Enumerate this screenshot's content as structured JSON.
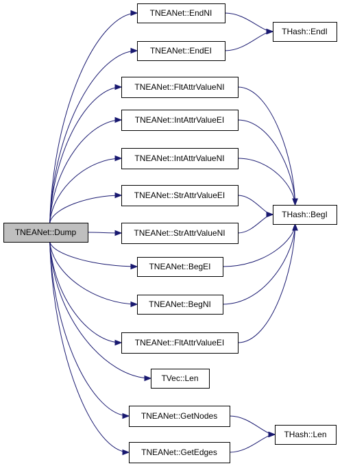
{
  "nodes": [
    {
      "id": "dump",
      "label": "TNEANet::Dump",
      "root": true
    },
    {
      "id": "endnl",
      "label": "TNEANet::EndNI"
    },
    {
      "id": "endel",
      "label": "TNEANet::EndEI"
    },
    {
      "id": "fltnl",
      "label": "TNEANet::FltAttrValueNI"
    },
    {
      "id": "intel",
      "label": "TNEANet::IntAttrValueEI"
    },
    {
      "id": "intnl",
      "label": "TNEANet::IntAttrValueNI"
    },
    {
      "id": "strel",
      "label": "TNEANet::StrAttrValueEI"
    },
    {
      "id": "strnl",
      "label": "TNEANet::StrAttrValueNI"
    },
    {
      "id": "begel",
      "label": "TNEANet::BegEI"
    },
    {
      "id": "begnl",
      "label": "TNEANet::BegNI"
    },
    {
      "id": "fltel",
      "label": "TNEANet::FltAttrValueEI"
    },
    {
      "id": "veclen",
      "label": "TVec::Len"
    },
    {
      "id": "getnodes",
      "label": "TNEANet::GetNodes"
    },
    {
      "id": "getedges",
      "label": "TNEANet::GetEdges"
    },
    {
      "id": "hashendi",
      "label": "THash::EndI"
    },
    {
      "id": "hashbegi",
      "label": "THash::BegI"
    },
    {
      "id": "hashlen",
      "label": "THash::Len"
    }
  ],
  "edges": [
    {
      "from": "dump",
      "to": "endnl"
    },
    {
      "from": "dump",
      "to": "endel"
    },
    {
      "from": "dump",
      "to": "fltnl"
    },
    {
      "from": "dump",
      "to": "intel"
    },
    {
      "from": "dump",
      "to": "intnl"
    },
    {
      "from": "dump",
      "to": "strel"
    },
    {
      "from": "dump",
      "to": "strnl"
    },
    {
      "from": "dump",
      "to": "begel"
    },
    {
      "from": "dump",
      "to": "begnl"
    },
    {
      "from": "dump",
      "to": "fltel"
    },
    {
      "from": "dump",
      "to": "veclen"
    },
    {
      "from": "dump",
      "to": "getnodes"
    },
    {
      "from": "dump",
      "to": "getedges"
    },
    {
      "from": "endnl",
      "to": "hashendi"
    },
    {
      "from": "endel",
      "to": "hashendi"
    },
    {
      "from": "fltnl",
      "to": "hashbegi"
    },
    {
      "from": "intel",
      "to": "hashbegi"
    },
    {
      "from": "intnl",
      "to": "hashbegi"
    },
    {
      "from": "strel",
      "to": "hashbegi"
    },
    {
      "from": "strnl",
      "to": "hashbegi"
    },
    {
      "from": "begel",
      "to": "hashbegi"
    },
    {
      "from": "begnl",
      "to": "hashbegi"
    },
    {
      "from": "fltel",
      "to": "hashbegi"
    },
    {
      "from": "getnodes",
      "to": "hashlen"
    },
    {
      "from": "getedges",
      "to": "hashlen"
    }
  ],
  "colors": {
    "edge": "#191970",
    "root_fill": "#bfbfbf",
    "node_fill": "#ffffff",
    "border": "#000000"
  }
}
